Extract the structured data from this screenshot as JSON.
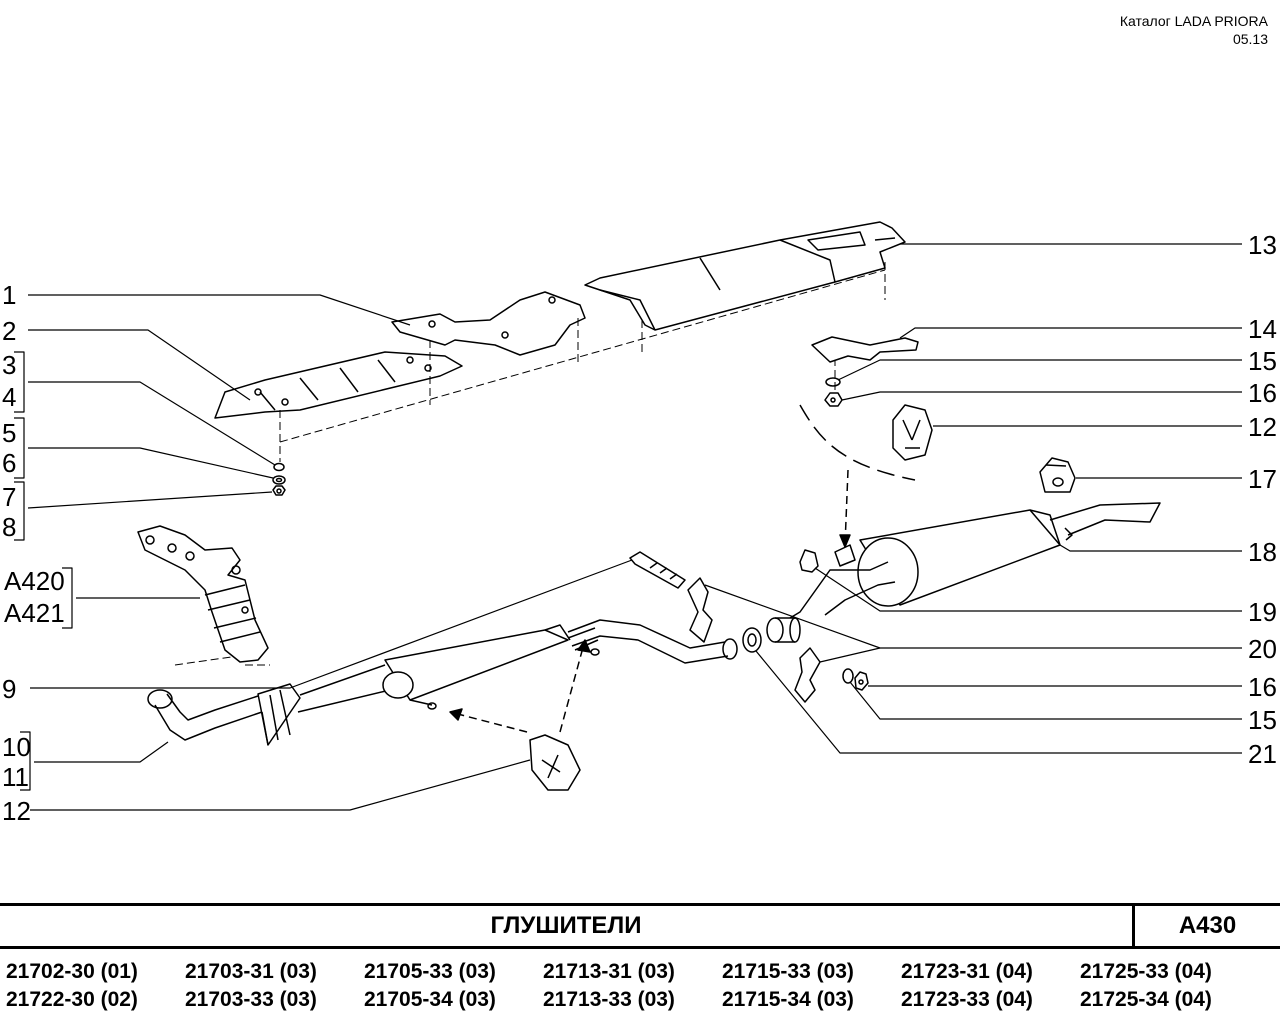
{
  "header": {
    "catalog": "Каталог  LADA  PRIORA",
    "date": "05.13"
  },
  "callouts": {
    "n1": "1",
    "n2": "2",
    "n3": "3",
    "n4": "4",
    "n5": "5",
    "n6": "6",
    "n7": "7",
    "n8": "8",
    "a420": "A420",
    "a421": "A421",
    "n9": "9",
    "n10": "10",
    "n11": "11",
    "n12_left": "12",
    "n13": "13",
    "n14": "14",
    "n15_top": "15",
    "n16_top": "16",
    "n12_right": "12",
    "n17": "17",
    "n18": "18",
    "n19": "19",
    "n20": "20",
    "n16_bottom": "16",
    "n15_bottom": "15",
    "n21": "21"
  },
  "footer": {
    "title": "ГЛУШИТЕЛИ",
    "code": "A430",
    "models": [
      [
        "21702-30 (01)",
        "21703-31 (03)",
        "21705-33 (03)",
        "21713-31 (03)",
        "21715-33 (03)",
        "21723-31 (04)",
        "21725-33 (04)"
      ],
      [
        "21722-30 (02)",
        "21703-33 (03)",
        "21705-34 (03)",
        "21713-33 (03)",
        "21715-34 (03)",
        "21723-33 (04)",
        "21725-34 (04)"
      ]
    ]
  }
}
